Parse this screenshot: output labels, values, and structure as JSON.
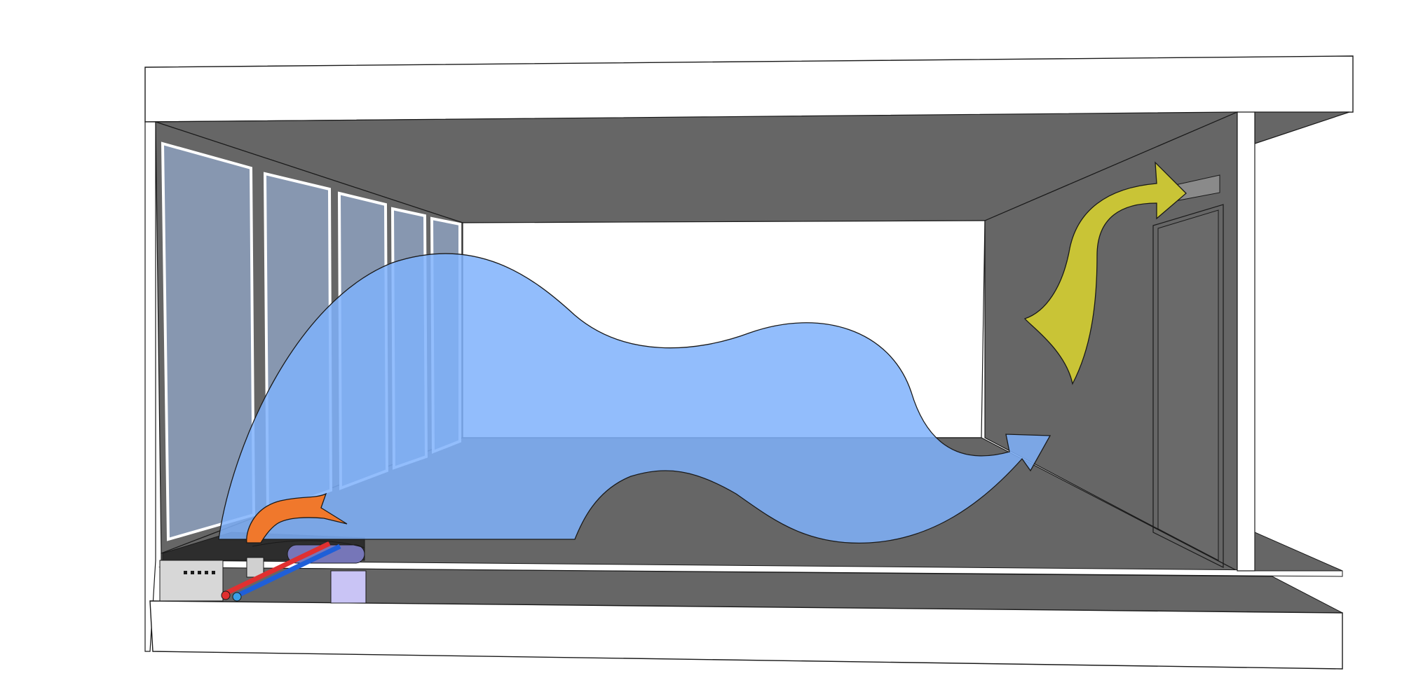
{
  "diagram": {
    "kind": "room-section-airflow",
    "labels": [],
    "colors": {
      "slab": "#ffffff",
      "wall": "#666666",
      "window_glass": "#8797b0",
      "window_frame": "#ffffff",
      "room_opening": "#ffffff",
      "airflow_main": "#7fb2fb",
      "airflow_floor": "#6a9fe4",
      "warm_air": "#f0782c",
      "exhaust_air": "#c9c436",
      "ventilation_unit": "#d7d7d7",
      "duct_box": "#c9c4f5",
      "pipe_hot": "#e03030",
      "pipe_cold": "#1f5fd8",
      "outline": "#1a1a1a"
    },
    "icons": {
      "main_airflow": "blue-airflow-arrow",
      "warm_air": "orange-warm-air-arrow",
      "exhaust": "yellow-exhaust-arrow",
      "unit": "floor-ventilation-unit"
    }
  }
}
